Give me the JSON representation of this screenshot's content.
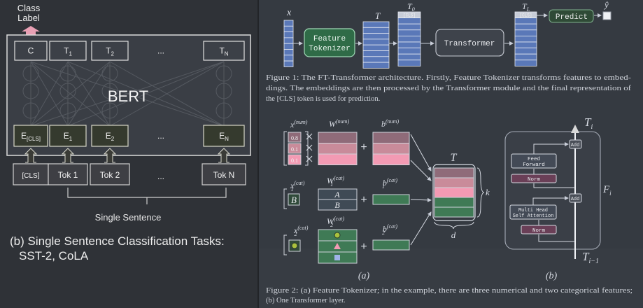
{
  "bert": {
    "class_label": "Class\nLabel",
    "title": "BERT",
    "outputs": [
      {
        "base": "C",
        "sub": ""
      },
      {
        "base": "T",
        "sub": "1"
      },
      {
        "base": "T",
        "sub": "2"
      },
      {
        "base": "...",
        "sub": ""
      },
      {
        "base": "T",
        "sub": "N"
      }
    ],
    "embeddings": [
      {
        "base": "E",
        "sub": "[CLS]"
      },
      {
        "base": "E",
        "sub": "1"
      },
      {
        "base": "E",
        "sub": "2"
      },
      {
        "base": "...",
        "sub": ""
      },
      {
        "base": "E",
        "sub": "N"
      }
    ],
    "tokens": [
      "[CLS]",
      "Tok 1",
      "Tok 2",
      "...",
      "Tok N"
    ],
    "sentence_label": "Single Sentence",
    "caption_line1": "(b) Single Sentence Classification Tasks:",
    "caption_line2": "SST-2, CoLA"
  },
  "ft_arch": {
    "x_label": "x",
    "feature_tokenizer": [
      "Feature",
      "Tokenizer"
    ],
    "t_label": "T",
    "t0_label": "T",
    "t0_sub": "0",
    "cls_token": "[CLS]",
    "transformer": "Transformer",
    "tl_label": "T",
    "tl_sub": "L",
    "predict": "Predict",
    "yhat": "ŷ",
    "fig1_caption": [
      "Figure 1: The FT-Transformer architecture. Firstly, Feature Tokenizer transforms features to embed-",
      "dings. The embeddings are then processed by the Transformer module and the final representation of",
      "the [CLS] token is used for prediction."
    ]
  },
  "tokenizer": {
    "x_num": "x",
    "x_num_sup": "(num)",
    "num_values": [
      "0.8",
      "0.1",
      "0.1"
    ],
    "w_num": "W",
    "w_num_sup": "(num)",
    "b_num": "b",
    "b_num_sup": "(num)",
    "x1_cat": "x",
    "x1_sub": "1",
    "x1_sup": "(cat)",
    "x1_value": "B",
    "w1_cat": "W",
    "w1_sub": "1",
    "w1_sup": "(cat)",
    "w1_rows": [
      "A",
      "B"
    ],
    "b1_cat": "b",
    "b1_sub": "1",
    "b1_sup": "(cat)",
    "x2_cat": "x",
    "x2_sub": "2",
    "x2_sup": "(cat)",
    "w2_cat": "W",
    "w2_sub": "2",
    "w2_sup": "(cat)",
    "b2_cat": "b",
    "b2_sub": "2",
    "b2_sup": "(cat)",
    "T_label": "T",
    "k_label": "k",
    "d_label": "d",
    "panel_a": "(a)"
  },
  "layer": {
    "ti_label": "T",
    "ti_sub": "i",
    "ti1_label": "T",
    "ti1_sub": "i−1",
    "fi_label": "F",
    "fi_sub": "i",
    "add": "Add",
    "feed_forward": [
      "Feed",
      "Forward"
    ],
    "norm": "Norm",
    "mhsa": [
      "Multi Head",
      "Self Attention"
    ],
    "panel_b": "(b)"
  },
  "fig2_caption": [
    "Figure 2: (a) Feature Tokenizer; in the example, there are three numerical and two categorical features;",
    "(b) One Transformer layer."
  ],
  "colors": {
    "pink": "#f39ab3",
    "rose": "#c98b9a",
    "mauve": "#8f6b79",
    "green": "#3f7a55",
    "blue_cell": "#5a78b8",
    "green_box": "#2f6b47"
  }
}
